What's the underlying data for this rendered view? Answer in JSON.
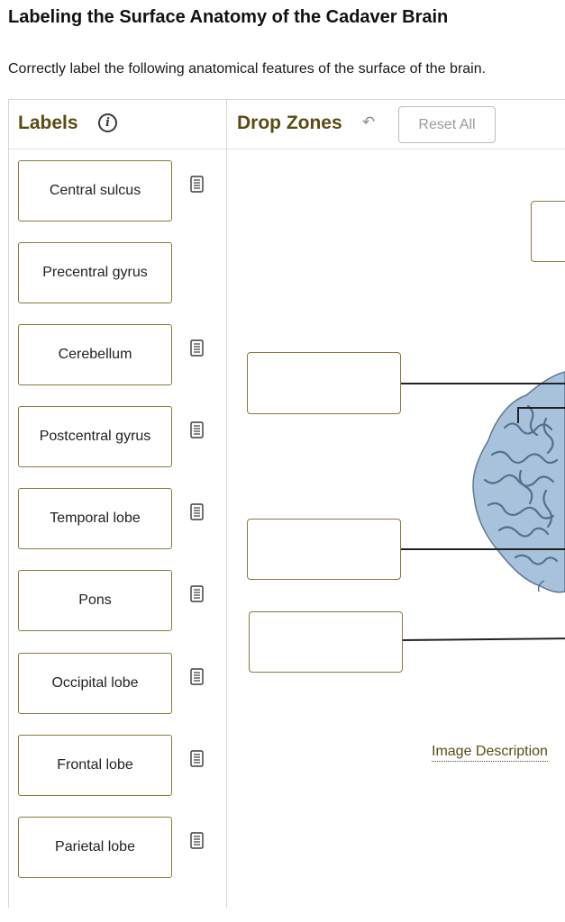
{
  "page": {
    "title": "Labeling the Surface Anatomy of the Cadaver Brain",
    "instructions": "Correctly label the following anatomical features of the surface of the brain."
  },
  "labels_panel": {
    "heading": "Labels",
    "info_icon": "info-circle-icon",
    "hint_icon": "hint-document-icon",
    "items": [
      {
        "label": "Central sulcus",
        "has_hint": true
      },
      {
        "label": "Precentral gyrus",
        "has_hint": false
      },
      {
        "label": "Cerebellum",
        "has_hint": true
      },
      {
        "label": "Postcentral gyrus",
        "has_hint": true
      },
      {
        "label": "Temporal lobe",
        "has_hint": true
      },
      {
        "label": "Pons",
        "has_hint": true
      },
      {
        "label": "Occipital lobe",
        "has_hint": true
      },
      {
        "label": "Frontal lobe",
        "has_hint": true
      },
      {
        "label": "Parietal lobe",
        "has_hint": true
      }
    ]
  },
  "drop_zones_panel": {
    "heading": "Drop Zones",
    "undo_icon": "undo-arrow-icon",
    "reset_label": "Reset All",
    "zones": [
      {
        "value": ""
      },
      {
        "value": ""
      },
      {
        "value": ""
      },
      {
        "value": ""
      }
    ],
    "image_description_link": "Image Description"
  },
  "colors": {
    "heading": "#5c4a12",
    "card_border": "#8a7a3c",
    "reset_text": "#9a9a9a",
    "brain_fill": "#a9c2dc"
  }
}
